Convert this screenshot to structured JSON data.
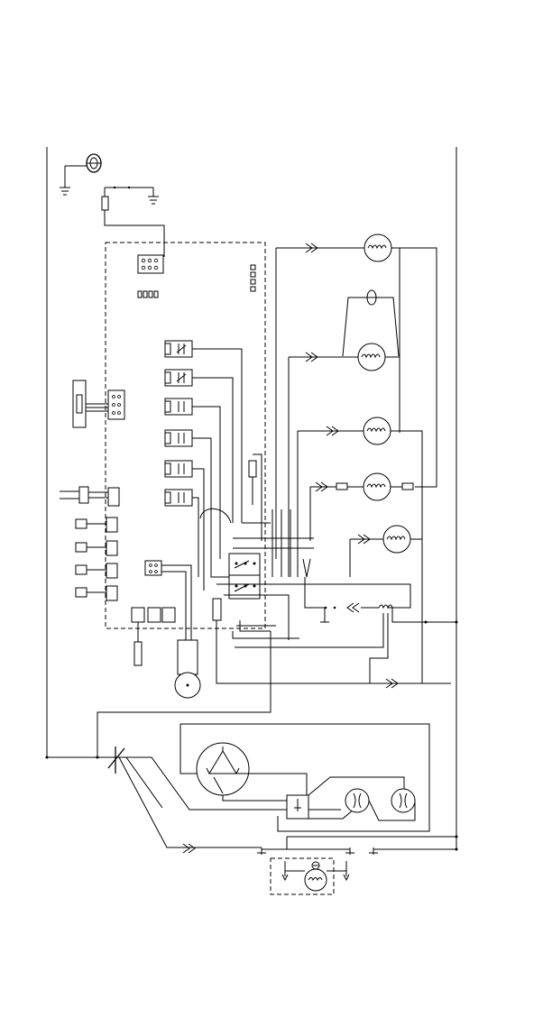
{
  "diagram": {
    "components": [
      "ground-terminal",
      "power-inlet",
      "fuse",
      "control-board",
      "relay",
      "capacitor",
      "motor",
      "heater",
      "sensor",
      "switch",
      "transformer",
      "compressor",
      "connector"
    ]
  }
}
